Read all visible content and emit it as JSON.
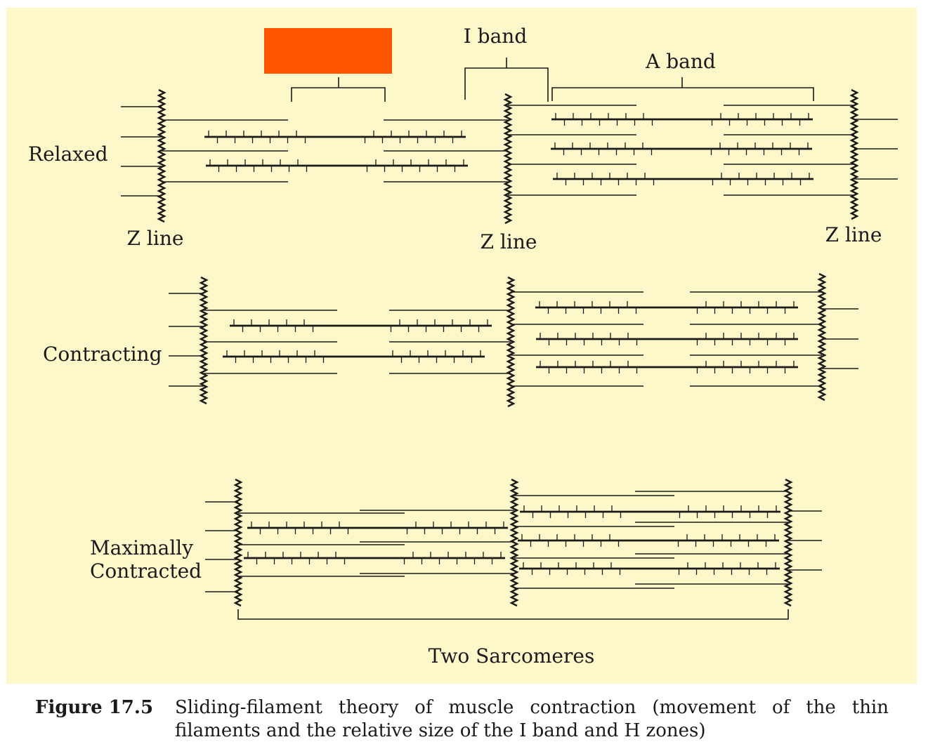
{
  "labels": {
    "i_band": "I band",
    "a_band": "A band",
    "relaxed": "Relaxed",
    "contracting": "Contracting",
    "maximally": "Maximally",
    "contracted": "Contracted",
    "z_line": "Z line",
    "two_sarcomeres": "Two Sarcomeres"
  },
  "caption": {
    "label": "Figure 17.5",
    "text": "Sliding-filament theory of muscle contraction (movement of the thin filaments and the relative size of the I band and H zones)"
  },
  "colors": {
    "background": "#fdf8c9",
    "redaction_box": "#ff5500",
    "ink": "#1a1a1a"
  }
}
